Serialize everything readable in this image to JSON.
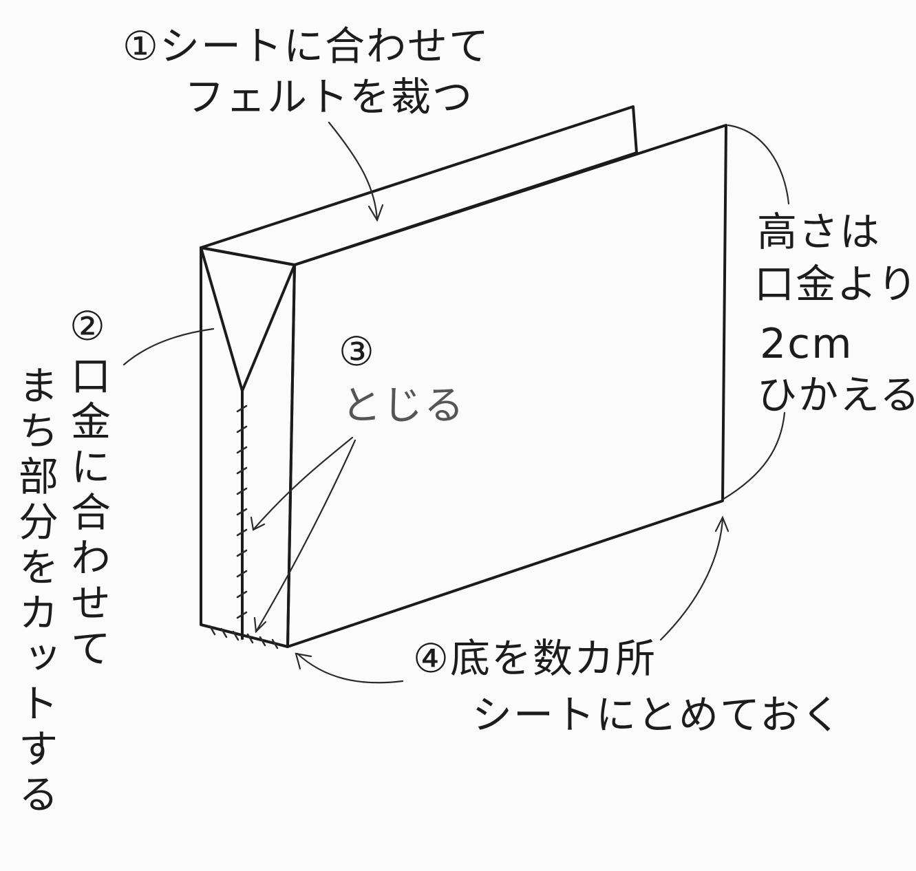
{
  "labels": {
    "step1_line1": "①シートに合わせて",
    "step1_line2": "フェルトを裁つ",
    "step2_col1": "②口金に合わせて",
    "step2_col2": "まち部分をカットする",
    "step3_line1": "③",
    "step3_line2": "とじる",
    "height_line1": "高さは",
    "height_line2": "口金より",
    "height_line3": "2cm",
    "height_line4": "ひかえる",
    "step4_line1": "④底を数カ所",
    "step4_line2": "シートにとめておく"
  }
}
